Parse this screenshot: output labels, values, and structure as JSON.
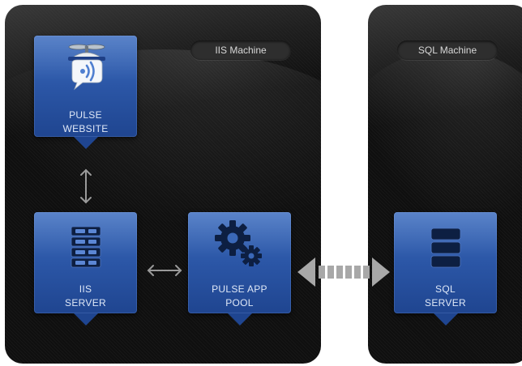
{
  "machines": {
    "iis": {
      "label": "IIS Machine"
    },
    "sql": {
      "label": "SQL Machine"
    }
  },
  "nodes": {
    "website": {
      "line1": "PULSE",
      "line2": "WEBSITE",
      "icon": "pulse-logo-icon"
    },
    "iis_server": {
      "line1": "IIS",
      "line2": "SERVER",
      "icon": "server-rack-icon"
    },
    "app_pool": {
      "line1": "PULSE APP",
      "line2": "POOL",
      "icon": "gears-icon"
    },
    "sql_server": {
      "line1": "SQL",
      "line2": "SERVER",
      "icon": "database-stack-icon"
    }
  },
  "connectors": [
    {
      "from": "website",
      "to": "iis_server",
      "style": "double-arrow"
    },
    {
      "from": "iis_server",
      "to": "app_pool",
      "style": "double-arrow"
    },
    {
      "from": "app_pool",
      "to": "sql_server",
      "style": "dashed-double-arrow"
    }
  ],
  "colors": {
    "node_blue": "#2b56a6",
    "panel": "#0f0f0f",
    "arrow": "#9a9a9a"
  }
}
